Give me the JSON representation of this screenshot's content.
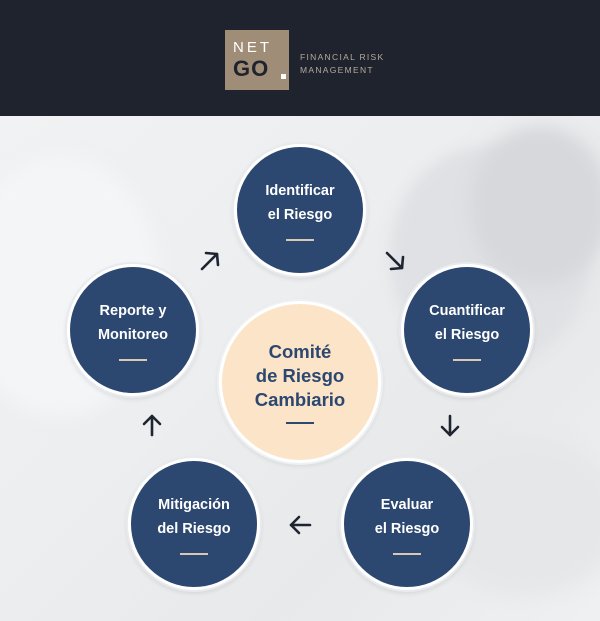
{
  "header": {
    "logo_top": "NET",
    "logo_bottom": "GO",
    "logo_tagline_1": "FINANCIAL RISK",
    "logo_tagline_2": "MANAGEMENT"
  },
  "diagram": {
    "center": "Comité\nde Riesgo\nCambiario",
    "steps": [
      "Identificar\nel Riesgo",
      "Cuantificar\nel Riesgo",
      "Evaluar\nel Riesgo",
      "Mitigación\ndel Riesgo",
      "Reporte y\nMonitoreo"
    ]
  },
  "colors": {
    "header_bg": "#1e232d",
    "logo_bg": "#a08d77",
    "step_circle": "#2c4870",
    "center_circle": "#fbe4c7",
    "arrow": "#1e2530"
  }
}
